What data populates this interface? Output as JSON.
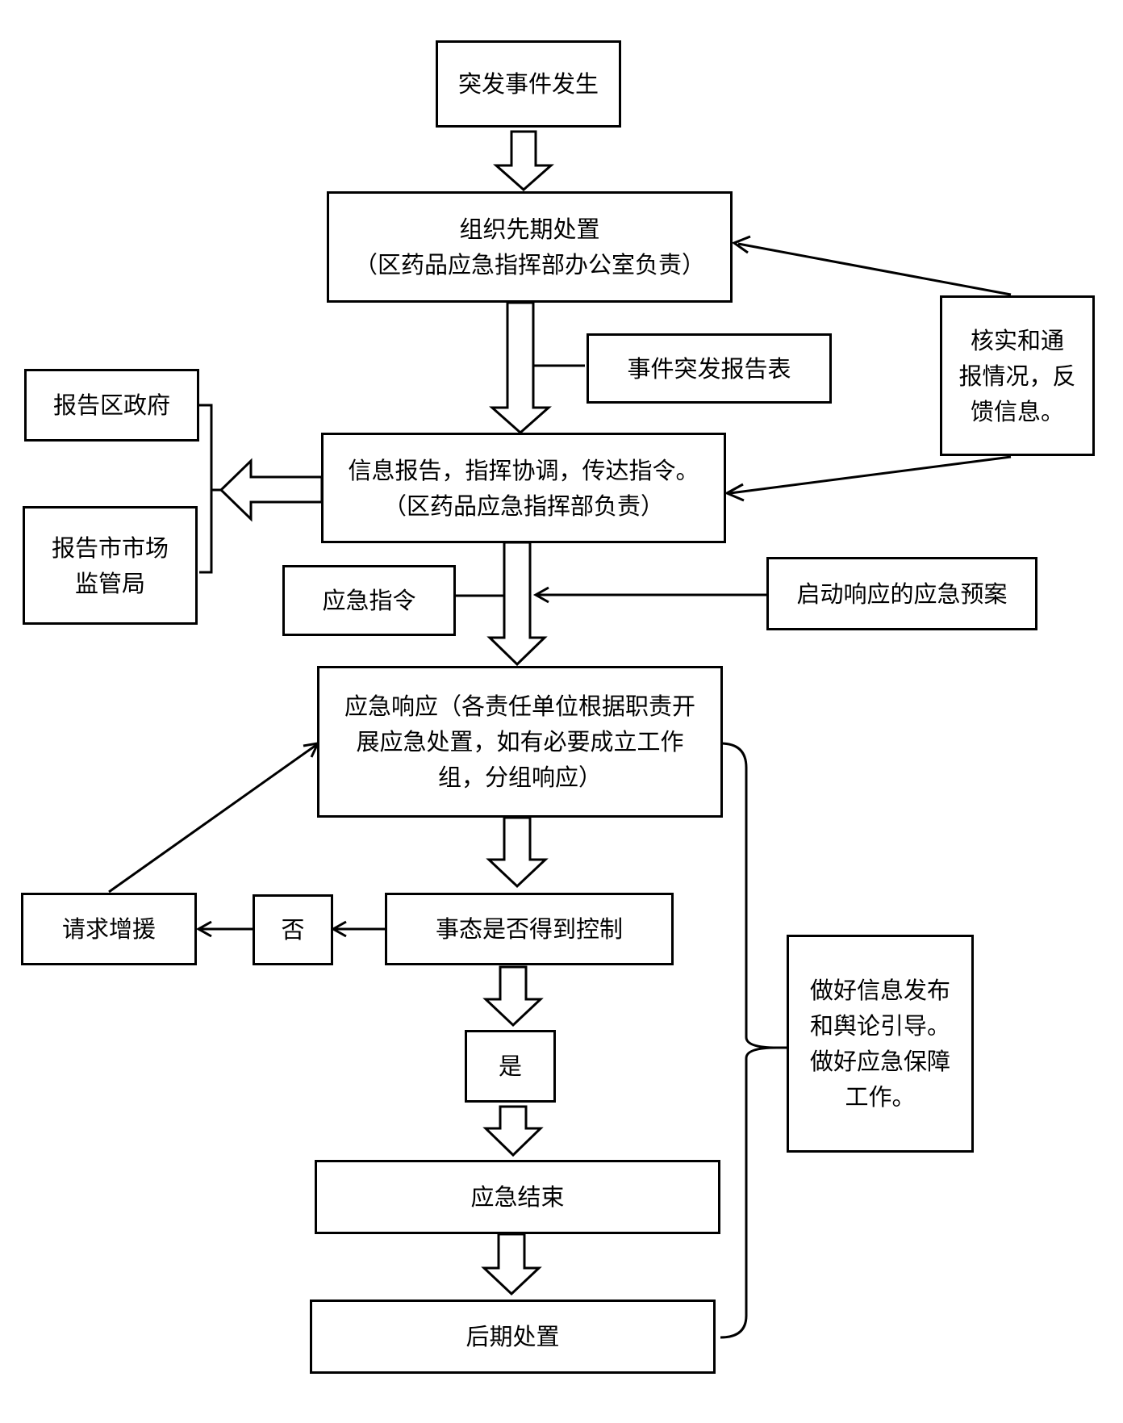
{
  "nodes": {
    "start": [
      "突发事件发生"
    ],
    "initial": [
      "组织先期处置",
      "（区药品应急指挥部办公室负责）"
    ],
    "report_form": [
      "事件突发报告表"
    ],
    "verify": [
      "核实和通",
      "报情况，反",
      "馈信息。"
    ],
    "report_gov": [
      "报告区政府"
    ],
    "report_market": [
      "报告市市场",
      "监管局"
    ],
    "info": [
      "信息报告，指挥协调，传达指令。",
      "（区药品应急指挥部负责）"
    ],
    "command": [
      "应急指令"
    ],
    "plan": [
      "启动响应的应急预案"
    ],
    "response": [
      "应急响应（各责任单位根据职责开",
      "展应急处置，如有必要成立工作",
      "组，分组响应）"
    ],
    "controlled": [
      "事态是否得到控制"
    ],
    "no": [
      "否"
    ],
    "reinforce": [
      "请求增援"
    ],
    "yes": [
      "是"
    ],
    "end": [
      "应急结束"
    ],
    "aftermath": [
      "后期处置"
    ],
    "publicity": [
      "做好信息发布",
      "和舆论引导。",
      "做好应急保障",
      "工作。"
    ]
  }
}
